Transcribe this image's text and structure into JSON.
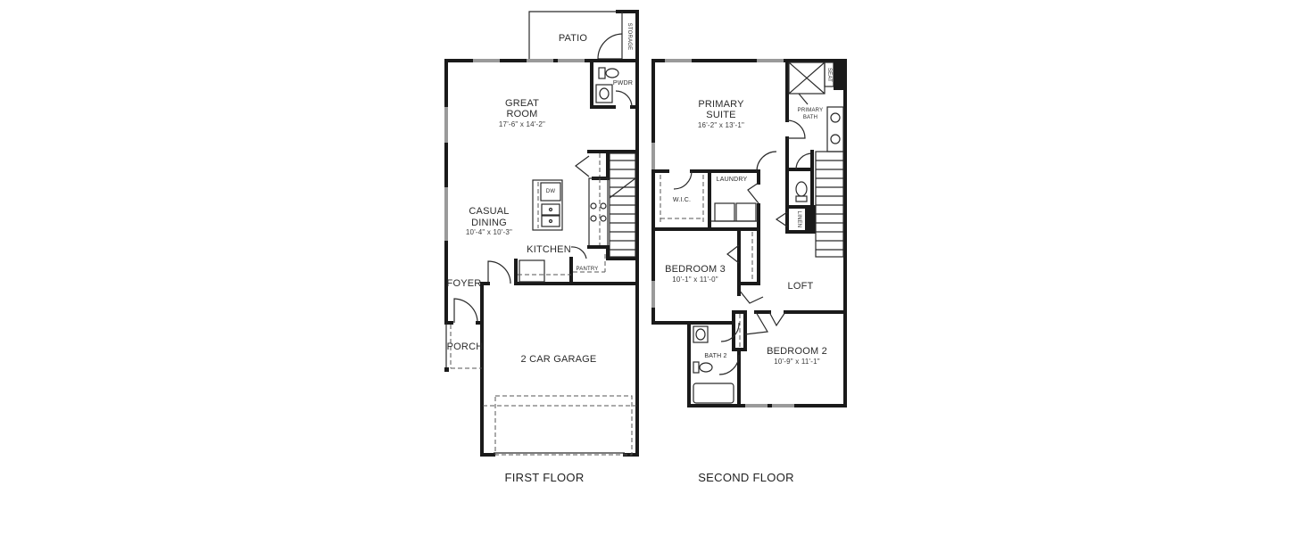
{
  "floors": [
    {
      "label": "FIRST FLOOR",
      "rooms": {
        "patio": {
          "name": "PATIO"
        },
        "storage": {
          "name": "STORAGE"
        },
        "pwdr": {
          "name": "PWDR"
        },
        "great_room": {
          "name_line1": "GREAT",
          "name_line2": "ROOM",
          "dimensions": "17'-6\" x 14'-2\""
        },
        "casual_dining": {
          "name_line1": "CASUAL",
          "name_line2": "DINING",
          "dimensions": "10'-4\" x 10'-3\""
        },
        "kitchen": {
          "name": "KITCHEN"
        },
        "dishwasher": {
          "name": "DW"
        },
        "pantry": {
          "name": "PANTRY"
        },
        "foyer": {
          "name": "FOYER"
        },
        "porch": {
          "name": "PORCH"
        },
        "garage": {
          "name": "2 CAR GARAGE"
        }
      }
    },
    {
      "label": "SECOND FLOOR",
      "rooms": {
        "primary_suite": {
          "name_line1": "PRIMARY",
          "name_line2": "SUITE",
          "dimensions": "16'-2\" x 13'-1\""
        },
        "primary_bath": {
          "name_line1": "PRIMARY",
          "name_line2": "BATH"
        },
        "seat": {
          "name": "SEAT"
        },
        "wic": {
          "name": "W.I.C."
        },
        "laundry": {
          "name": "LAUNDRY"
        },
        "linen": {
          "name": "LINEN"
        },
        "bedroom3": {
          "name": "BEDROOM 3",
          "dimensions": "10'-1\" x 11'-0\""
        },
        "loft": {
          "name": "LOFT"
        },
        "bath2": {
          "name": "BATH 2"
        },
        "bedroom2": {
          "name": "BEDROOM 2",
          "dimensions": "10'-9\" x 11'-1\""
        }
      }
    }
  ],
  "colors": {
    "wall": "#1a1a1a",
    "window": "#9a9a9a",
    "background": "#ffffff",
    "text": "#2b2b2b"
  }
}
